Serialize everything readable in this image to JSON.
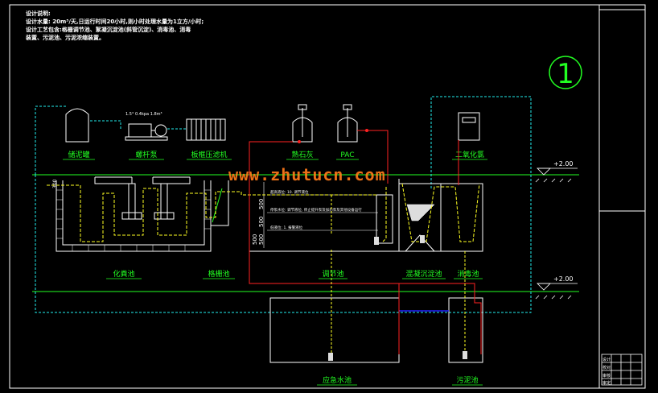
{
  "notes": {
    "title": "设计说明:",
    "line1": "设计水量: 20m³/天,日运行时间20小时,则小时处理水量为1立方/小时;",
    "line2": "设计工艺包含:格栅调节池、絮凝沉淀池(斜管沉淀)、消毒池、消毒",
    "line3": "装置、污泥池、污泥浓缩装置。"
  },
  "sheet_number": "1",
  "watermark": "www.zhutucn.com",
  "equipment": {
    "sludge_tank": "储泥罐",
    "screw_pump": "螺杆泵",
    "filter_press": "板框压滤机",
    "pump_note": "1.5°  0.4kpa   1.8m³",
    "lime": "熟石灰",
    "pac": "PAC",
    "chlorine_dioxide": "二氧化氯"
  },
  "tanks": {
    "septic": "化粪池",
    "grille": "格栅池",
    "regulating": "调节池",
    "sedimentation": "混凝沉淀池",
    "disinfection": "消毒池",
    "emergency": "应急水池",
    "sludge": "污泥池"
  },
  "levels": {
    "upper": "+2.00",
    "lower": "+2.00"
  },
  "regulating_notes": {
    "n1": "超高液位: 10. 调节液位",
    "n2": "停泵水位: 调节液位, 停止提升泵及加药泵及其他设备运行",
    "n3": "低液位: 1. 报警液位"
  },
  "dimensions": {
    "d300": "300",
    "d500a": "500",
    "d500b": "500",
    "d500c": "500",
    "d500d": "500"
  },
  "title_block": {
    "r1a": "设计",
    "r1b": "校对",
    "r2a": "审核",
    "r2b": "审定"
  }
}
